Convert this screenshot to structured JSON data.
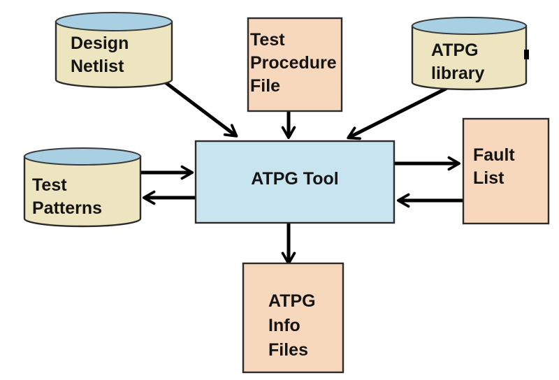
{
  "nodes": {
    "design_netlist": {
      "label": "Design\nNetlist",
      "shape": "cylinder"
    },
    "test_procedure_file": {
      "label": "Test\nProcedure\nFile",
      "shape": "rectangle"
    },
    "atpg_library": {
      "label": "ATPG\nlibrary",
      "shape": "cylinder"
    },
    "test_patterns": {
      "label": "Test\nPatterns",
      "shape": "cylinder"
    },
    "atpg_tool": {
      "label": "ATPG Tool",
      "shape": "rectangle"
    },
    "fault_list": {
      "label": "Fault\nList",
      "shape": "rectangle"
    },
    "atpg_info_files": {
      "label": "ATPG\nInfo\nFiles",
      "shape": "rectangle"
    }
  },
  "edges": [
    {
      "from": "design_netlist",
      "to": "atpg_tool",
      "direction": "one-way"
    },
    {
      "from": "test_procedure_file",
      "to": "atpg_tool",
      "direction": "one-way"
    },
    {
      "from": "atpg_library",
      "to": "atpg_tool",
      "direction": "one-way"
    },
    {
      "from": "test_patterns",
      "to": "atpg_tool",
      "direction": "two-way"
    },
    {
      "from": "atpg_tool",
      "to": "fault_list",
      "direction": "two-way"
    },
    {
      "from": "atpg_tool",
      "to": "atpg_info_files",
      "direction": "one-way"
    }
  ],
  "colors": {
    "cylinder_body": "#EDE5C0",
    "cylinder_top": "#A9CFE3",
    "file_box_fill": "#F8D8BD",
    "tool_box_fill": "#C8E4EF",
    "outline": "#2B2B2B",
    "arrow": "#000000",
    "text": "#141414",
    "background": "#FFFFFF"
  }
}
